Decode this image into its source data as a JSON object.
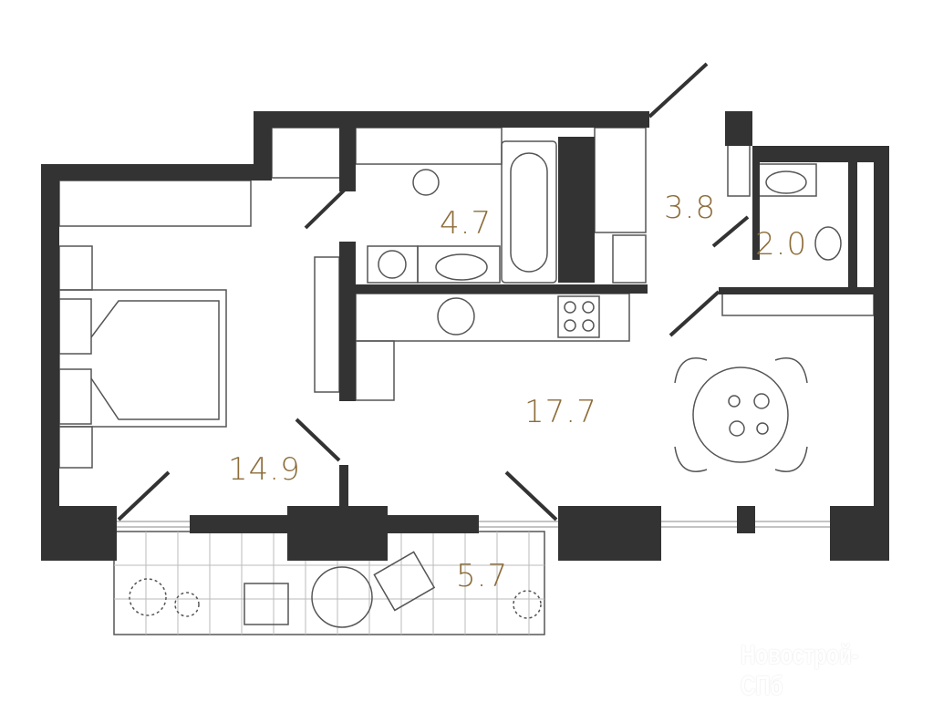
{
  "colors": {
    "wall": "#333333",
    "label": "#8c6d3a",
    "line": "#555555"
  },
  "rooms": [
    {
      "id": "bedroom",
      "area": "14.9"
    },
    {
      "id": "kitchen-living",
      "area": "17.7"
    },
    {
      "id": "bathroom",
      "area": "4.7"
    },
    {
      "id": "hall",
      "area": "3.8"
    },
    {
      "id": "wc",
      "area": "2.0"
    },
    {
      "id": "balcony",
      "area": "5.7"
    }
  ],
  "watermark": "Новострой-СПб"
}
